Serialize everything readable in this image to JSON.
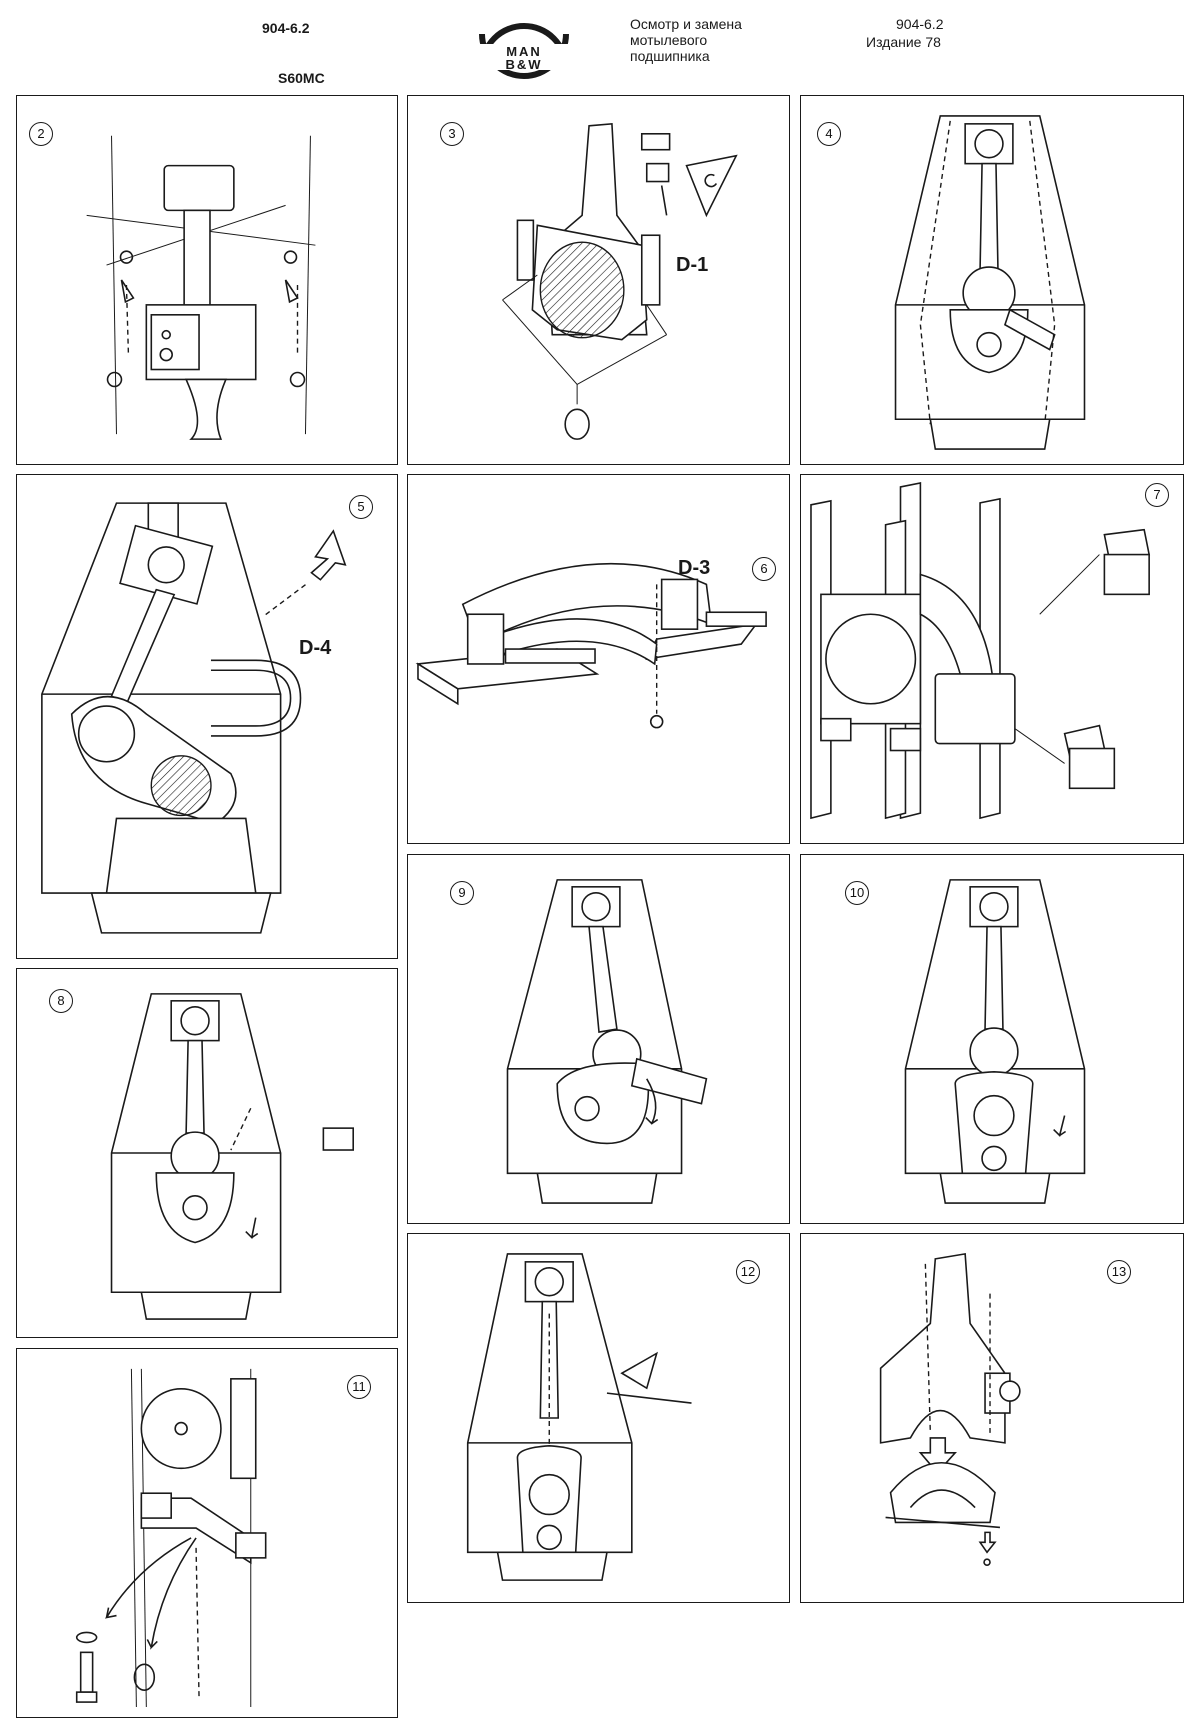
{
  "header": {
    "doc_number_left": "904-6.2",
    "engine_model": "S60MC",
    "title_lines": [
      "Осмотр и замена",
      "мотылевого",
      "подшипника"
    ],
    "doc_number_right": "904-6.2",
    "edition": "Издание 78",
    "logo_text": [
      "MAN",
      "B&W"
    ]
  },
  "panels": [
    {
      "step": "2"
    },
    {
      "step": "3",
      "callout": "D-1"
    },
    {
      "step": "4"
    },
    {
      "step": "5",
      "callout": "D-4"
    },
    {
      "step": "6",
      "callout": "D-3"
    },
    {
      "step": "7"
    },
    {
      "step": "8"
    },
    {
      "step": "9"
    },
    {
      "step": "10"
    },
    {
      "step": "11"
    },
    {
      "step": "12"
    },
    {
      "step": "13"
    }
  ]
}
